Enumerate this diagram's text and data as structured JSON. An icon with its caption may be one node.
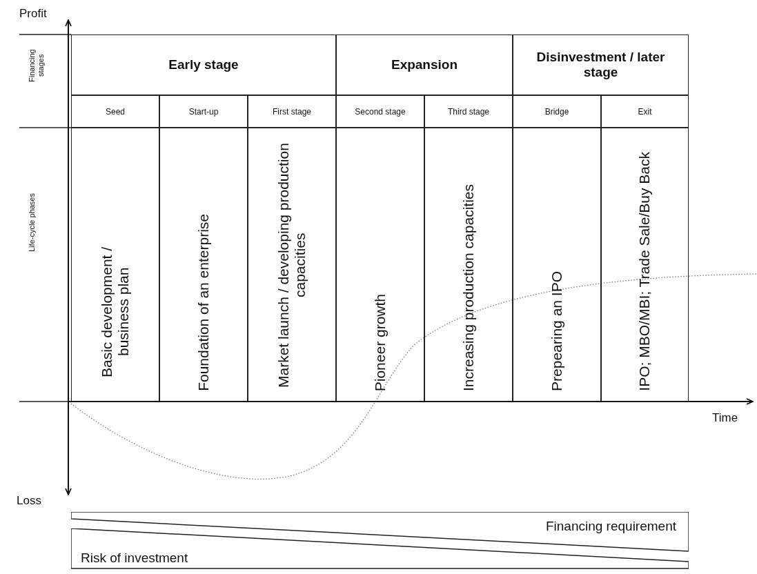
{
  "diagram": {
    "nodes": [
      {
        "text": [
          "Early stage"
        ]
      },
      {
        "text": [
          "Expansion"
        ]
      },
      {
        "text": [
          "Disinvestment / later stage"
        ]
      },
      {
        "text": [
          "Seed"
        ]
      },
      {
        "text": [
          "Start-up"
        ]
      },
      {
        "text": [
          "First stage"
        ]
      },
      {
        "text": [
          "Second stage"
        ]
      },
      {
        "text": [
          "Third stage"
        ]
      },
      {
        "text": [
          "Bridge"
        ]
      },
      {
        "text": [
          "Exit"
        ]
      },
      {
        "text": [
          "Basic development / business plan"
        ]
      },
      {
        "text": [
          "Foundation of an enterprise"
        ]
      },
      {
        "text": [
          "Market launch / developing production capacities"
        ]
      },
      {
        "text": [
          "Pioneer growth"
        ]
      },
      {
        "text": [
          "Increasing production capacities"
        ]
      },
      {
        "text": [
          "Prepearing an IPO"
        ]
      },
      {
        "text": [
          "IPO; MBO/MBI; Trade Sale/Buy Back"
        ]
      },
      {
        "text": [
          "Financing requirement"
        ]
      },
      {
        "text": [
          "Risk of investment"
        ]
      }
    ],
    "edges": [],
    "labels": [
      "Profit",
      "Financing stages",
      "Life-cycle phases",
      "Time",
      "Loss"
    ]
  }
}
